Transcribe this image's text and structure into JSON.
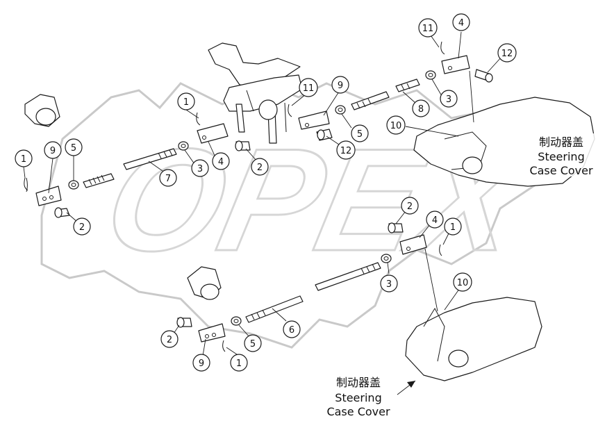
{
  "diagram": {
    "callouts": [
      {
        "id": "c1a",
        "number": "1"
      },
      {
        "id": "c1b",
        "number": "1"
      },
      {
        "id": "c1c",
        "number": "1"
      },
      {
        "id": "c1d",
        "number": "1"
      },
      {
        "id": "c2a",
        "number": "2"
      },
      {
        "id": "c2b",
        "number": "2"
      },
      {
        "id": "c2c",
        "number": "2"
      },
      {
        "id": "c2d",
        "number": "2"
      },
      {
        "id": "c3a",
        "number": "3"
      },
      {
        "id": "c3b",
        "number": "3"
      },
      {
        "id": "c3c",
        "number": "3"
      },
      {
        "id": "c4a",
        "number": "4"
      },
      {
        "id": "c4b",
        "number": "4"
      },
      {
        "id": "c4c",
        "number": "4"
      },
      {
        "id": "c5a",
        "number": "5"
      },
      {
        "id": "c5b",
        "number": "5"
      },
      {
        "id": "c5c",
        "number": "5"
      },
      {
        "id": "c6",
        "number": "6"
      },
      {
        "id": "c7",
        "number": "7"
      },
      {
        "id": "c8",
        "number": "8"
      },
      {
        "id": "c9a",
        "number": "9"
      },
      {
        "id": "c9b",
        "number": "9"
      },
      {
        "id": "c9c",
        "number": "9"
      },
      {
        "id": "c10a",
        "number": "10"
      },
      {
        "id": "c10b",
        "number": "10"
      },
      {
        "id": "c11a",
        "number": "11"
      },
      {
        "id": "c11b",
        "number": "11"
      },
      {
        "id": "c12a",
        "number": "12"
      },
      {
        "id": "c12b",
        "number": "12"
      }
    ],
    "case_cover_label_upper": {
      "chinese": "制动器盖",
      "line1": "Steering",
      "line2": "Case Cover"
    },
    "case_cover_label_lower": {
      "chinese": "制动器盖",
      "line1": "Steering",
      "line2": "Case Cover"
    },
    "watermark": "OPEX"
  }
}
